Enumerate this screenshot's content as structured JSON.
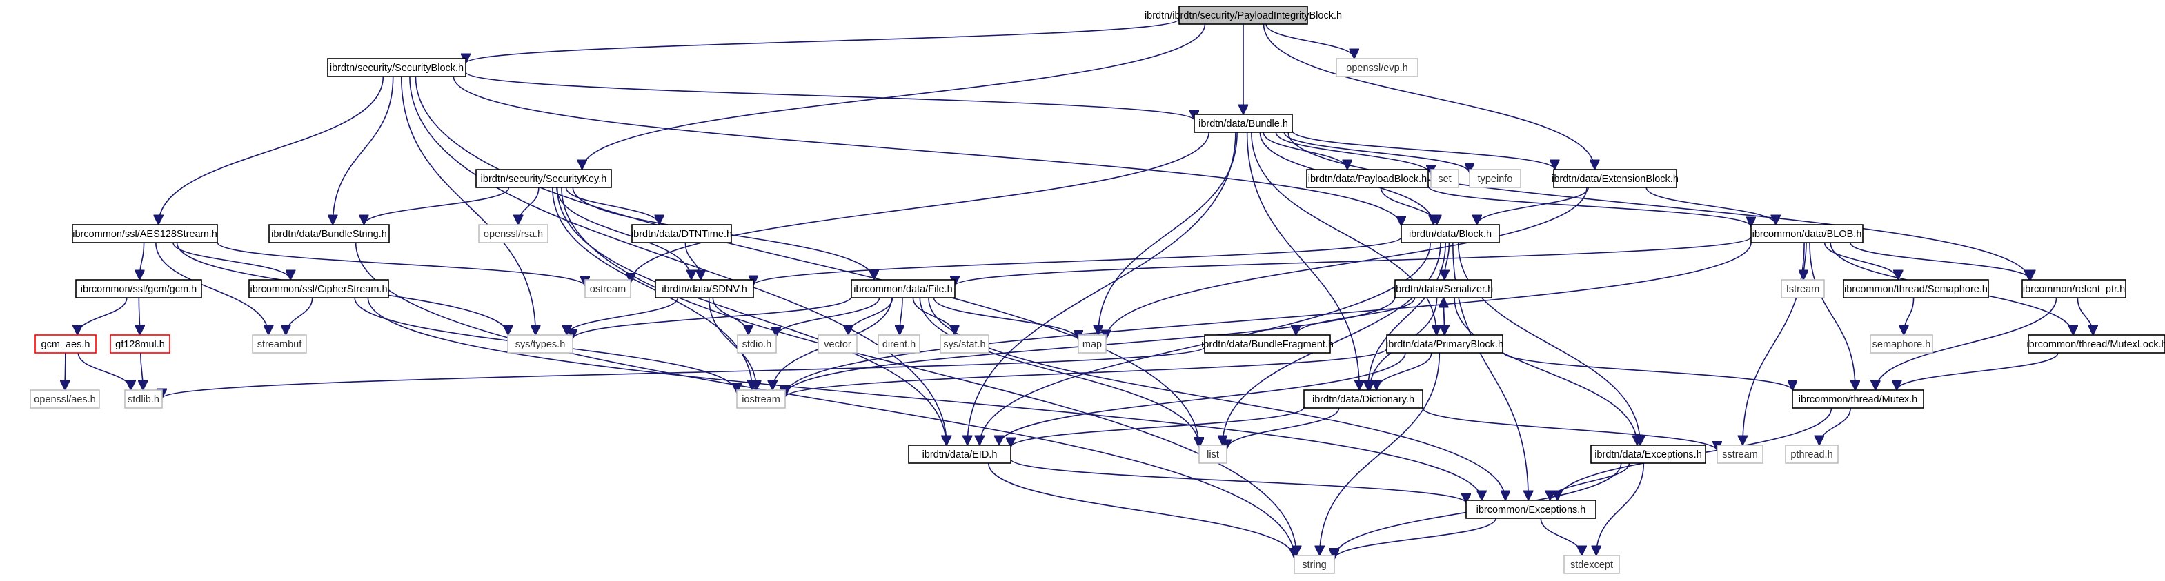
{
  "diagram": {
    "title": "",
    "colors": {
      "edge": "#191970",
      "node_border": "#000000",
      "external_border": "#bfbfbf",
      "missing_border": "#ff0000",
      "root_fill": "#bfbfbf"
    },
    "nodes": [
      {
        "id": "root",
        "label": "ibrdtn/ibrdtn/security/PayloadIntegrityBlock.h",
        "kind": "root"
      },
      {
        "id": "secblock",
        "label": "ibrdtn/security/SecurityBlock.h",
        "kind": "local"
      },
      {
        "id": "evp",
        "label": "openssl/evp.h",
        "kind": "external"
      },
      {
        "id": "bundle",
        "label": "ibrdtn/data/Bundle.h",
        "kind": "local"
      },
      {
        "id": "seckey",
        "label": "ibrdtn/security/SecurityKey.h",
        "kind": "local"
      },
      {
        "id": "payload",
        "label": "ibrdtn/data/PayloadBlock.h",
        "kind": "local"
      },
      {
        "id": "set",
        "label": "set",
        "kind": "external"
      },
      {
        "id": "typeinfo",
        "label": "typeinfo",
        "kind": "external"
      },
      {
        "id": "extblock",
        "label": "ibrdtn/data/ExtensionBlock.h",
        "kind": "local"
      },
      {
        "id": "aes128",
        "label": "ibrcommon/ssl/AES128Stream.h",
        "kind": "local"
      },
      {
        "id": "bstring",
        "label": "ibrdtn/data/BundleString.h",
        "kind": "local"
      },
      {
        "id": "rsa",
        "label": "openssl/rsa.h",
        "kind": "external"
      },
      {
        "id": "dtntime",
        "label": "ibrdtn/data/DTNTime.h",
        "kind": "local"
      },
      {
        "id": "block",
        "label": "ibrdtn/data/Block.h",
        "kind": "local"
      },
      {
        "id": "blob",
        "label": "ibrcommon/data/BLOB.h",
        "kind": "local"
      },
      {
        "id": "gcm",
        "label": "ibrcommon/ssl/gcm/gcm.h",
        "kind": "local"
      },
      {
        "id": "cipher",
        "label": "ibrcommon/ssl/CipherStream.h",
        "kind": "local"
      },
      {
        "id": "ostream",
        "label": "ostream",
        "kind": "external"
      },
      {
        "id": "sdnv",
        "label": "ibrdtn/data/SDNV.h",
        "kind": "local"
      },
      {
        "id": "file",
        "label": "ibrcommon/data/File.h",
        "kind": "local"
      },
      {
        "id": "serial",
        "label": "ibrdtn/data/Serializer.h",
        "kind": "local"
      },
      {
        "id": "fstream",
        "label": "fstream",
        "kind": "external"
      },
      {
        "id": "sema",
        "label": "ibrcommon/thread/Semaphore.h",
        "kind": "local"
      },
      {
        "id": "refcnt",
        "label": "ibrcommon/refcnt_ptr.h",
        "kind": "local"
      },
      {
        "id": "gcmaes",
        "label": "gcm_aes.h",
        "kind": "missing"
      },
      {
        "id": "gf128",
        "label": "gf128mul.h",
        "kind": "missing"
      },
      {
        "id": "streambuf",
        "label": "streambuf",
        "kind": "external"
      },
      {
        "id": "systypes",
        "label": "sys/types.h",
        "kind": "external"
      },
      {
        "id": "stdio",
        "label": "stdio.h",
        "kind": "external"
      },
      {
        "id": "vector",
        "label": "vector",
        "kind": "external"
      },
      {
        "id": "dirent",
        "label": "dirent.h",
        "kind": "external"
      },
      {
        "id": "sysstat",
        "label": "sys/stat.h",
        "kind": "external"
      },
      {
        "id": "map",
        "label": "map",
        "kind": "external"
      },
      {
        "id": "bfrag",
        "label": "ibrdtn/data/BundleFragment.h",
        "kind": "local"
      },
      {
        "id": "primary",
        "label": "ibrdtn/data/PrimaryBlock.h",
        "kind": "local"
      },
      {
        "id": "semah",
        "label": "semaphore.h",
        "kind": "external"
      },
      {
        "id": "mutexlock",
        "label": "ibrcommon/thread/MutexLock.h",
        "kind": "local"
      },
      {
        "id": "opensslaes",
        "label": "openssl/aes.h",
        "kind": "external"
      },
      {
        "id": "stdlib",
        "label": "stdlib.h",
        "kind": "external"
      },
      {
        "id": "iostream",
        "label": "iostream",
        "kind": "external"
      },
      {
        "id": "dict",
        "label": "ibrdtn/data/Dictionary.h",
        "kind": "local"
      },
      {
        "id": "mutex",
        "label": "ibrcommon/thread/Mutex.h",
        "kind": "local"
      },
      {
        "id": "list",
        "label": "list",
        "kind": "external"
      },
      {
        "id": "sstream",
        "label": "sstream",
        "kind": "external"
      },
      {
        "id": "eid",
        "label": "ibrdtn/data/EID.h",
        "kind": "local"
      },
      {
        "id": "dexc",
        "label": "ibrdtn/data/Exceptions.h",
        "kind": "local"
      },
      {
        "id": "pthread",
        "label": "pthread.h",
        "kind": "external"
      },
      {
        "id": "exc",
        "label": "ibrcommon/Exceptions.h",
        "kind": "local"
      },
      {
        "id": "string",
        "label": "string",
        "kind": "external"
      },
      {
        "id": "stdexcept",
        "label": "stdexcept",
        "kind": "external"
      }
    ],
    "edges": [
      [
        "root",
        "secblock"
      ],
      [
        "root",
        "evp"
      ],
      [
        "root",
        "bundle"
      ],
      [
        "root",
        "seckey"
      ],
      [
        "root",
        "extblock"
      ],
      [
        "secblock",
        "bundle"
      ],
      [
        "secblock",
        "aes128"
      ],
      [
        "secblock",
        "bstring"
      ],
      [
        "secblock",
        "block"
      ],
      [
        "secblock",
        "systypes"
      ],
      [
        "secblock",
        "eid"
      ],
      [
        "secblock",
        "list"
      ],
      [
        "bundle",
        "payload"
      ],
      [
        "bundle",
        "set"
      ],
      [
        "bundle",
        "typeinfo"
      ],
      [
        "bundle",
        "extblock"
      ],
      [
        "bundle",
        "block"
      ],
      [
        "bundle",
        "primary"
      ],
      [
        "bundle",
        "dict"
      ],
      [
        "bundle",
        "eid"
      ],
      [
        "bundle",
        "map"
      ],
      [
        "bundle",
        "ostream"
      ],
      [
        "bundle",
        "refcnt"
      ],
      [
        "seckey",
        "bstring"
      ],
      [
        "seckey",
        "rsa"
      ],
      [
        "seckey",
        "dtntime"
      ],
      [
        "seckey",
        "sdnv"
      ],
      [
        "seckey",
        "file"
      ],
      [
        "seckey",
        "eid"
      ],
      [
        "seckey",
        "string"
      ],
      [
        "seckey",
        "iostream"
      ],
      [
        "payload",
        "block"
      ],
      [
        "payload",
        "blob"
      ],
      [
        "extblock",
        "block"
      ],
      [
        "extblock",
        "blob"
      ],
      [
        "extblock",
        "map"
      ],
      [
        "aes128",
        "gcm"
      ],
      [
        "aes128",
        "cipher"
      ],
      [
        "aes128",
        "streambuf"
      ],
      [
        "aes128",
        "systypes"
      ],
      [
        "aes128",
        "ostream"
      ],
      [
        "bstring",
        "string"
      ],
      [
        "dtntime",
        "sdnv"
      ],
      [
        "block",
        "sdnv"
      ],
      [
        "block",
        "serial"
      ],
      [
        "block",
        "eid"
      ],
      [
        "block",
        "dict"
      ],
      [
        "block",
        "list"
      ],
      [
        "block",
        "exc"
      ],
      [
        "block",
        "dexc"
      ],
      [
        "blob",
        "file"
      ],
      [
        "blob",
        "fstream"
      ],
      [
        "blob",
        "sema"
      ],
      [
        "blob",
        "refcnt"
      ],
      [
        "blob",
        "mutexlock"
      ],
      [
        "blob",
        "mutex"
      ],
      [
        "blob",
        "iostream"
      ],
      [
        "blob",
        "sstream"
      ],
      [
        "gcm",
        "gcmaes"
      ],
      [
        "gcm",
        "gf128"
      ],
      [
        "cipher",
        "streambuf"
      ],
      [
        "cipher",
        "iostream"
      ],
      [
        "cipher",
        "exc"
      ],
      [
        "sdnv",
        "systypes"
      ],
      [
        "sdnv",
        "stdio"
      ],
      [
        "sdnv",
        "iostream"
      ],
      [
        "file",
        "systypes"
      ],
      [
        "file",
        "stdio"
      ],
      [
        "file",
        "vector"
      ],
      [
        "file",
        "dirent"
      ],
      [
        "file",
        "sysstat"
      ],
      [
        "file",
        "map"
      ],
      [
        "file",
        "list"
      ],
      [
        "file",
        "iostream"
      ],
      [
        "file",
        "exc"
      ],
      [
        "serial",
        "bfrag"
      ],
      [
        "serial",
        "primary"
      ],
      [
        "serial",
        "iostream"
      ],
      [
        "serial",
        "dict"
      ],
      [
        "serial",
        "dexc"
      ],
      [
        "primary",
        "serial"
      ],
      [
        "primary",
        "eid"
      ],
      [
        "primary",
        "dict"
      ],
      [
        "primary",
        "mutex"
      ],
      [
        "primary",
        "iostream"
      ],
      [
        "primary",
        "string"
      ],
      [
        "sema",
        "semah"
      ],
      [
        "refcnt",
        "mutexlock"
      ],
      [
        "refcnt",
        "mutex"
      ],
      [
        "mutexlock",
        "mutex"
      ],
      [
        "gcmaes",
        "opensslaes"
      ],
      [
        "gcmaes",
        "stdlib"
      ],
      [
        "gf128",
        "stdlib"
      ],
      [
        "bfrag",
        "stdlib"
      ],
      [
        "dict",
        "eid"
      ],
      [
        "dict",
        "list"
      ],
      [
        "dict",
        "sstream"
      ],
      [
        "mutex",
        "pthread"
      ],
      [
        "mutex",
        "exc"
      ],
      [
        "eid",
        "string"
      ],
      [
        "eid",
        "exc"
      ],
      [
        "dexc",
        "exc"
      ],
      [
        "dexc",
        "string"
      ],
      [
        "dexc",
        "stdexcept"
      ],
      [
        "exc",
        "string"
      ],
      [
        "exc",
        "stdexcept"
      ]
    ]
  }
}
